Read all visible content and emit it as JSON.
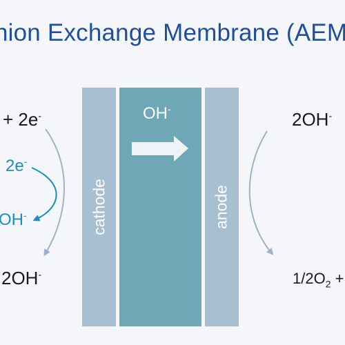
{
  "title": "nion Exchange Membrane (AEM",
  "layers": {
    "cathode": "cathode",
    "anode": "anode"
  },
  "ion": {
    "base": "OH",
    "charge": "-"
  },
  "left": {
    "top_base": "+ 2e",
    "top_charge": "-",
    "mid_electron_base": "2e",
    "mid_electron_charge": "-",
    "mid_oh_base": "OH",
    "mid_oh_charge": "-",
    "bottom_base": "2OH",
    "bottom_charge": "-"
  },
  "right": {
    "top_base": "2OH",
    "top_charge": "-",
    "bottom_prefix": "1/2O",
    "bottom_sub": "2",
    "bottom_suffix": " +"
  },
  "colors": {
    "title": "#1f4f9c",
    "membrane": "#6ea8b7",
    "electrode": "#a6bfd1",
    "teal_text": "#1a8ec0",
    "arrow_gray": "#9fb3c4",
    "background": "#f4f6f9"
  }
}
